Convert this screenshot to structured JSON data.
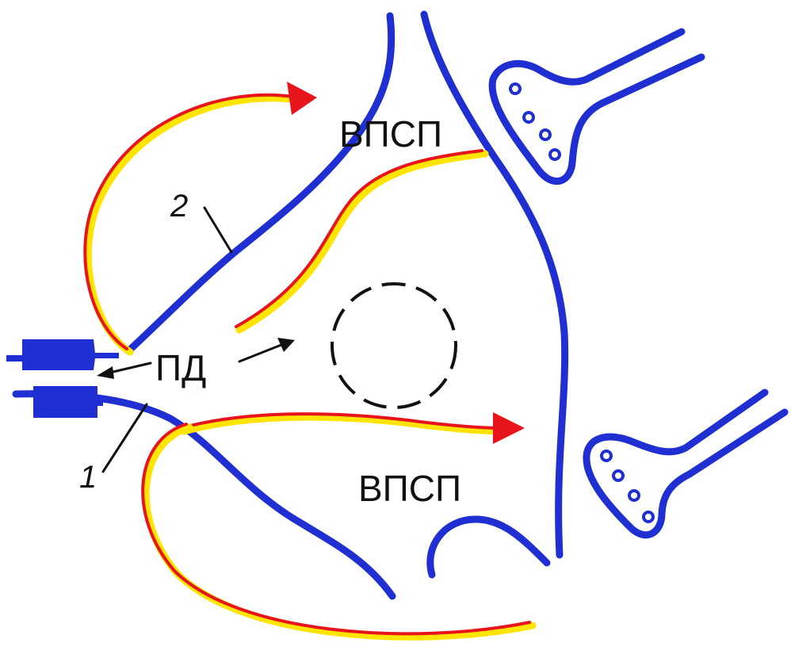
{
  "labels": {
    "epsp_top": "ВПСП",
    "epsp_bottom": "ВПСП",
    "action_potential": "ПД",
    "marker_1": "1",
    "marker_2": "2"
  },
  "colors": {
    "membrane": "#1f2fd1",
    "current_line": "#e8141c",
    "current_highlight": "#ffe400",
    "annotation": "#111111"
  },
  "icons": {
    "electrode": "electrode-icon",
    "synapse_top": "synaptic-terminal-icon",
    "synapse_bottom": "synaptic-terminal-icon",
    "soma": "dashed-circle-icon"
  }
}
